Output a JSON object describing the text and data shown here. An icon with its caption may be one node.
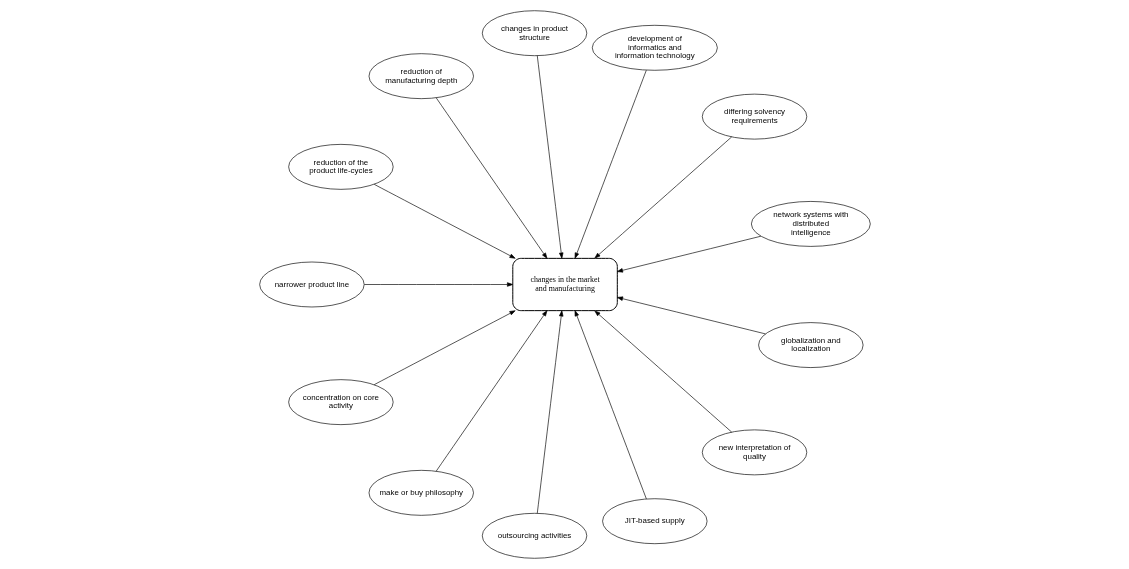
{
  "diagram": {
    "nodes": [
      {
        "text": [
          "changes in the market and manufacturing"
        ]
      },
      {
        "text": [
          "network systems with distributed intelligence"
        ]
      },
      {
        "text": [
          "differing solvency requirements"
        ]
      },
      {
        "text": [
          "development of informatics and information technology"
        ]
      },
      {
        "text": [
          "changes in product structure"
        ]
      },
      {
        "text": [
          "reduction of manufacturing depth"
        ]
      },
      {
        "text": [
          "reduction of the product life-cycles"
        ]
      },
      {
        "text": [
          "narrower product line"
        ]
      },
      {
        "text": [
          "concentration on core activity"
        ]
      },
      {
        "text": [
          "make or buy philosophy"
        ]
      },
      {
        "text": [
          "outsourcing activities"
        ]
      },
      {
        "text": [
          "JIT-based supply"
        ]
      },
      {
        "text": [
          "new interpretation of quality"
        ]
      },
      {
        "text": [
          "globalization and localization"
        ]
      }
    ],
    "edges": [
      {
        "from": 1,
        "to": 0,
        "arrow": "to"
      },
      {
        "from": 2,
        "to": 0,
        "arrow": "to"
      },
      {
        "from": 3,
        "to": 0,
        "arrow": "to"
      },
      {
        "from": 4,
        "to": 0,
        "arrow": "to"
      },
      {
        "from": 5,
        "to": 0,
        "arrow": "to"
      },
      {
        "from": 6,
        "to": 0,
        "arrow": "to"
      },
      {
        "from": 7,
        "to": 0,
        "arrow": "to"
      },
      {
        "from": 8,
        "to": 0,
        "arrow": "to"
      },
      {
        "from": 9,
        "to": 0,
        "arrow": "to"
      },
      {
        "from": 10,
        "to": 0,
        "arrow": "to"
      },
      {
        "from": 11,
        "to": 0,
        "arrow": "to"
      },
      {
        "from": 12,
        "to": 0,
        "arrow": "to"
      },
      {
        "from": 13,
        "to": 0,
        "arrow": "to"
      }
    ]
  }
}
